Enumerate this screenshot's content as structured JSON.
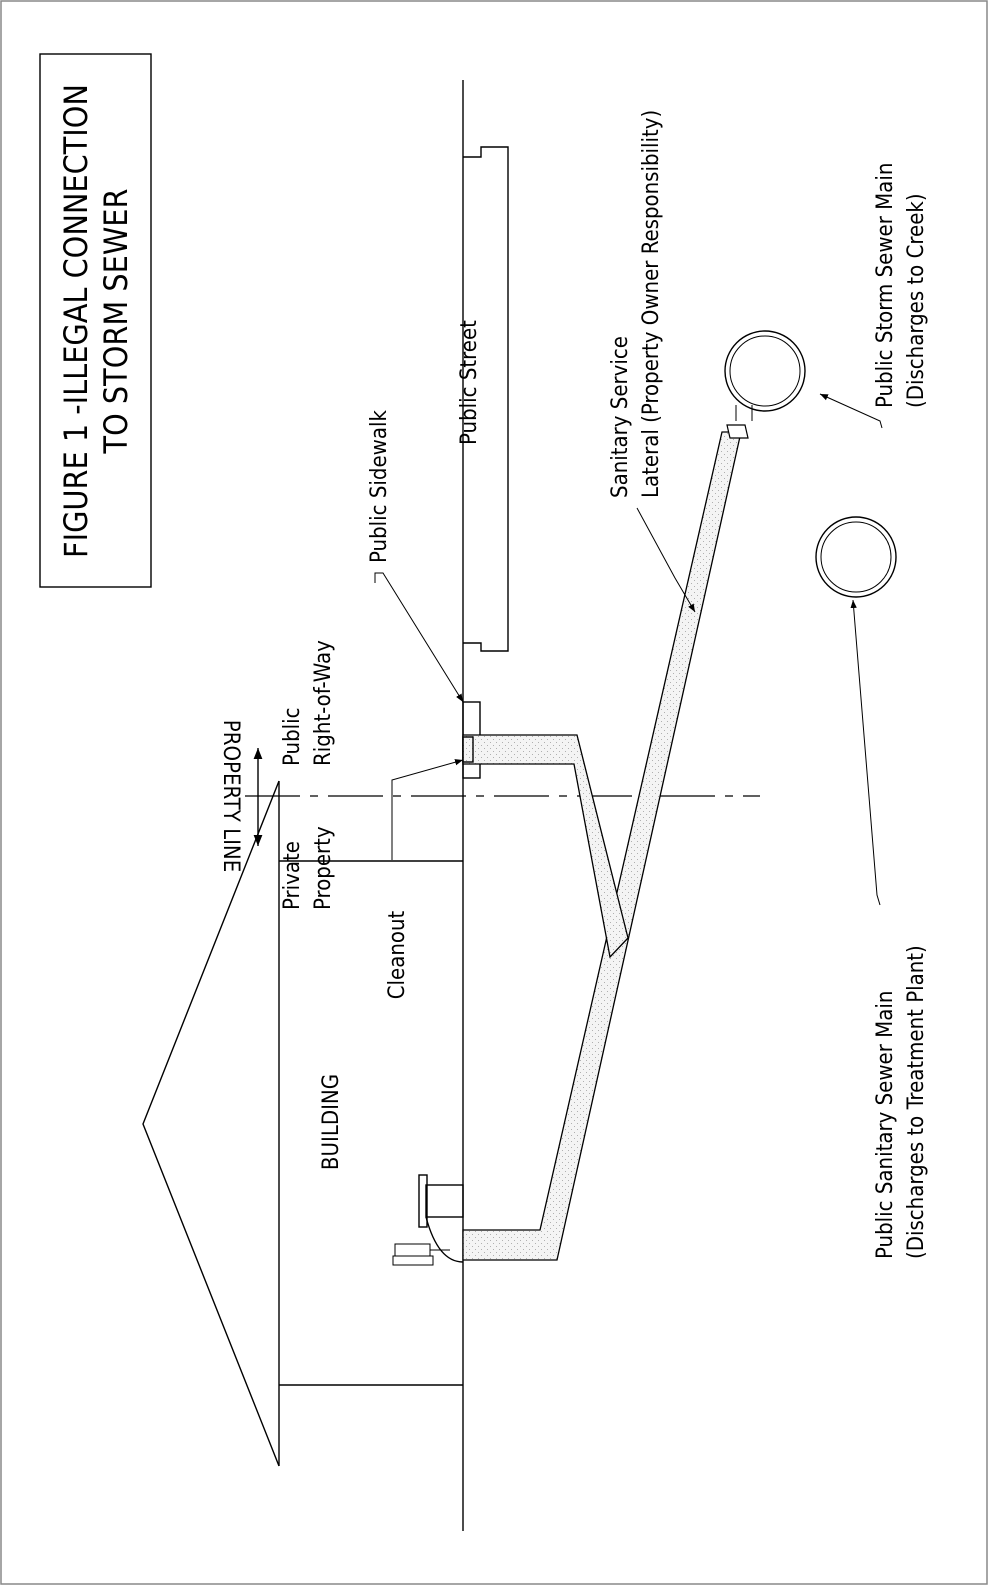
{
  "title": {
    "line1": "FIGURE 1 -ILLEGAL CONNECTION",
    "line2": "TO STORM SEWER"
  },
  "labels": {
    "public_street": "Public Street",
    "public_sidewalk": "Public Sidewalk",
    "public_right_of_way_1": "Public",
    "public_right_of_way_2": "Right-of-Way",
    "property_line": "PROPERTY LINE",
    "private_property_1": "Private",
    "private_property_2": "Property",
    "cleanout": "Cleanout",
    "building": "BUILDING",
    "sanitary_lateral_1": "Sanitary Service",
    "sanitary_lateral_2": "Lateral (Property Owner Responsibility)",
    "storm_main_1": "Public Storm Sewer Main",
    "storm_main_2": "(Discharges to Creek)",
    "sanitary_main_1": "Public Sanitary Sewer Main",
    "sanitary_main_2": "(Discharges to Treatment Plant)"
  },
  "colors": {
    "line": "#000000",
    "pipe_fill": "#f2f2f2",
    "background": "#ffffff"
  }
}
